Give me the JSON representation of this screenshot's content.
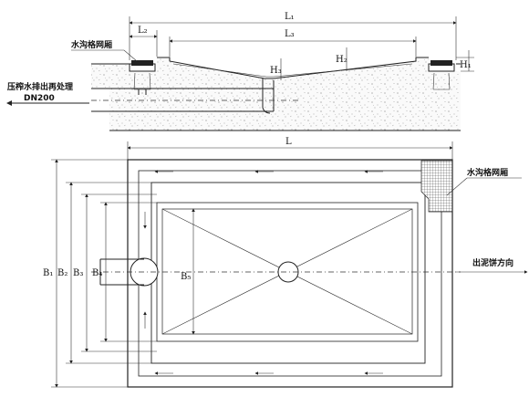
{
  "section_view": {
    "dims": {
      "L1": "L₁",
      "L2": "L₂",
      "L3": "L₃",
      "H1": "H₁",
      "H2": "H₂",
      "H3": "H₃"
    },
    "grating_label": "水沟格网厢",
    "outlet_label": "压榨水排出再处理",
    "pipe_label": "DN200"
  },
  "plan_view": {
    "dims": {
      "L": "L",
      "B1": "B₁",
      "B2": "B₂",
      "B3": "B₃",
      "B4": "B₄",
      "B5": "B₅"
    },
    "grating_label": "水沟格网厢",
    "direction_label": "出泥饼方向"
  }
}
